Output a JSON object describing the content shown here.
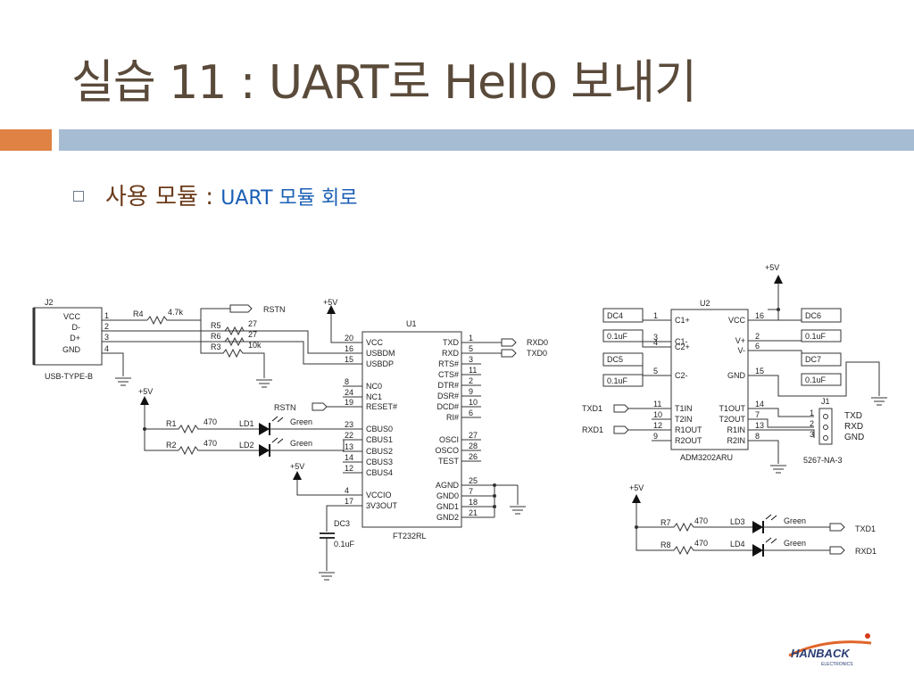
{
  "title": "실습 11 : UART로 Hello 보내기",
  "bullet": {
    "main": "사용 모듈 : ",
    "sub": "UART 모듈 회로"
  },
  "logo": {
    "name": "HANBACK",
    "tagline": "ELECTRONICS"
  },
  "schematic": {
    "j2": {
      "ref": "J2",
      "part": "USB-TYPE-B",
      "pins": [
        "VCC",
        "D-",
        "D+",
        "GND"
      ],
      "nums": [
        "1",
        "2",
        "3",
        "4"
      ]
    },
    "r4": {
      "ref": "R4",
      "value": "4.7k"
    },
    "rstn_label": "RSTN",
    "r5": {
      "ref": "R5",
      "value": "27"
    },
    "r6": {
      "ref": "R6",
      "value": "27"
    },
    "r3": {
      "ref": "R3",
      "value": "10k"
    },
    "plus5v": "+5V",
    "u1": {
      "ref": "U1",
      "part": "FT232RL",
      "left_pins": [
        {
          "num": "20",
          "name": "VCC"
        },
        {
          "num": "16",
          "name": "USBDM"
        },
        {
          "num": "15",
          "name": "USBDP"
        },
        {
          "num": "8",
          "name": "NC0"
        },
        {
          "num": "24",
          "name": "NC1"
        },
        {
          "num": "19",
          "name": "RESET#"
        },
        {
          "num": "23",
          "name": "CBUS0"
        },
        {
          "num": "22",
          "name": "CBUS1"
        },
        {
          "num": "13",
          "name": "CBUS2"
        },
        {
          "num": "14",
          "name": "CBUS3"
        },
        {
          "num": "12",
          "name": "CBUS4"
        },
        {
          "num": "4",
          "name": "VCCIO"
        },
        {
          "num": "17",
          "name": "3V3OUT"
        }
      ],
      "right_pins": [
        {
          "num": "1",
          "name": "TXD"
        },
        {
          "num": "5",
          "name": "RXD"
        },
        {
          "num": "3",
          "name": "RTS#"
        },
        {
          "num": "11",
          "name": "CTS#"
        },
        {
          "num": "2",
          "name": "DTR#"
        },
        {
          "num": "9",
          "name": "DSR#"
        },
        {
          "num": "10",
          "name": "DCD#"
        },
        {
          "num": "6",
          "name": "RI#"
        },
        {
          "num": "27",
          "name": "OSCI"
        },
        {
          "num": "28",
          "name": "OSCO"
        },
        {
          "num": "26",
          "name": "TEST"
        },
        {
          "num": "25",
          "name": "AGND"
        },
        {
          "num": "7",
          "name": "GND0"
        },
        {
          "num": "18",
          "name": "GND1"
        },
        {
          "num": "21",
          "name": "GND2"
        }
      ]
    },
    "rxd0": "RXD0",
    "txd0": "TXD0",
    "r1": {
      "ref": "R1",
      "value": "470"
    },
    "r2": {
      "ref": "R2",
      "value": "470"
    },
    "ld1": {
      "ref": "LD1",
      "color": "Green"
    },
    "ld2": {
      "ref": "LD2",
      "color": "Green"
    },
    "dc3": {
      "ref": "DC3",
      "value": "0.1uF"
    },
    "u2": {
      "ref": "U2",
      "part": "ADM3202ARU",
      "left_pins": [
        {
          "num": "1",
          "name": "C1+"
        },
        {
          "num": "3",
          "name": "C1-"
        },
        {
          "num": "4",
          "name": "C2+"
        },
        {
          "num": "5",
          "name": "C2-"
        },
        {
          "num": "11",
          "name": "T1IN"
        },
        {
          "num": "10",
          "name": "T2IN"
        },
        {
          "num": "12",
          "name": "R1OUT"
        },
        {
          "num": "9",
          "name": "R2OUT"
        }
      ],
      "right_pins": [
        {
          "num": "16",
          "name": "VCC"
        },
        {
          "num": "2",
          "name": "V+"
        },
        {
          "num": "6",
          "name": "V-"
        },
        {
          "num": "15",
          "name": "GND"
        },
        {
          "num": "14",
          "name": "T1OUT"
        },
        {
          "num": "7",
          "name": "T2OUT"
        },
        {
          "num": "13",
          "name": "R1IN"
        },
        {
          "num": "8",
          "name": "R2IN"
        }
      ]
    },
    "dc4": {
      "ref": "DC4",
      "value": "0.1uF"
    },
    "dc5": {
      "ref": "DC5",
      "value": "0.1uF"
    },
    "dc6": {
      "ref": "DC6",
      "value": "0.1uF"
    },
    "dc7": {
      "ref": "DC7",
      "value": "0.1uF"
    },
    "txd1": "TXD1",
    "rxd1": "RXD1",
    "j1": {
      "ref": "J1",
      "part": "5267-NA-3",
      "pins": [
        "TXD",
        "RXD",
        "GND"
      ],
      "nums": [
        "1",
        "2",
        "3"
      ]
    },
    "r7": {
      "ref": "R7",
      "value": "470"
    },
    "r8": {
      "ref": "R8",
      "value": "470"
    },
    "ld3": {
      "ref": "LD3",
      "color": "Green"
    },
    "ld4": {
      "ref": "LD4",
      "color": "Green"
    },
    "txd1_out": "TXD1",
    "rxd1_out": "RXD1"
  }
}
